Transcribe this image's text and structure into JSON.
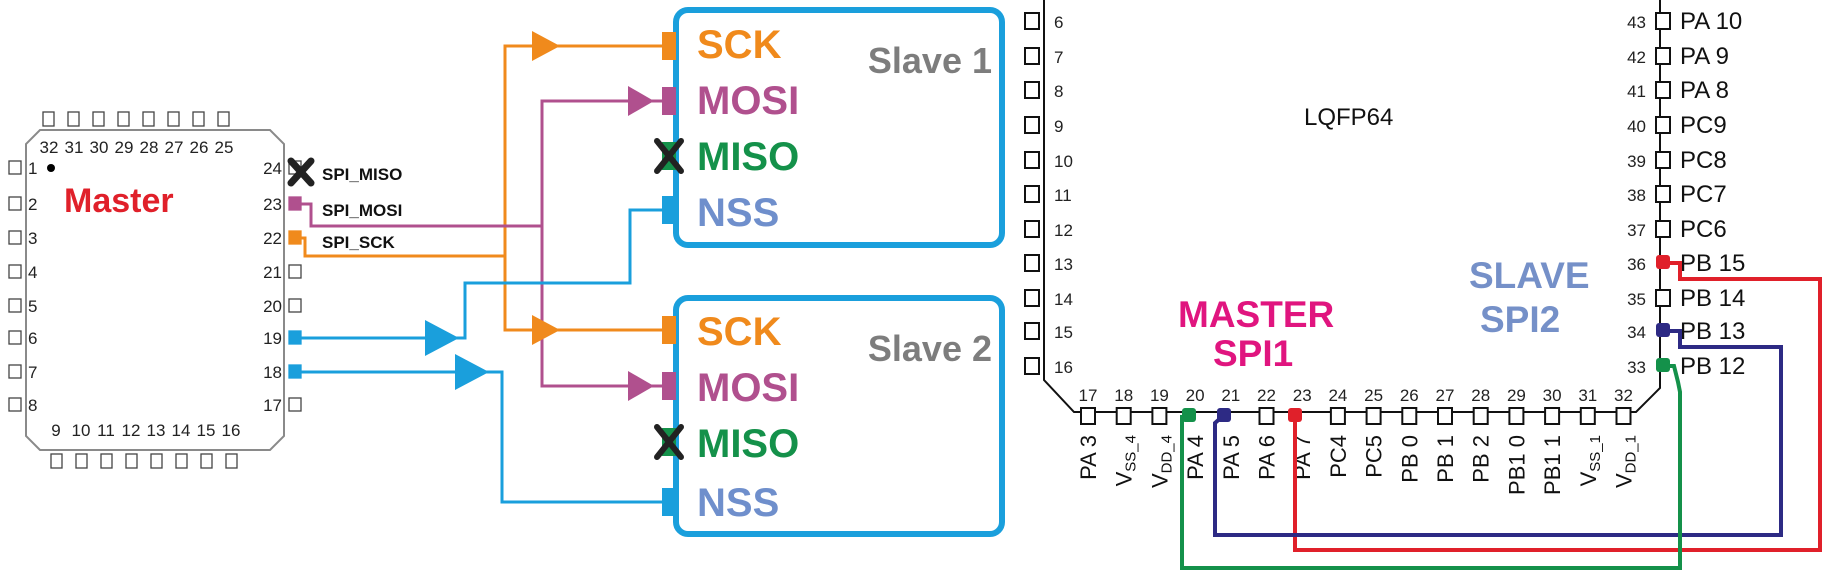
{
  "master_chip": {
    "title": "Master",
    "top_pins": [
      "32",
      "31",
      "30",
      "29",
      "28",
      "27",
      "26",
      "25"
    ],
    "left_pins": [
      "1",
      "2",
      "3",
      "4",
      "5",
      "6",
      "7",
      "8"
    ],
    "bottom_pins": [
      "9",
      "10",
      "11",
      "12",
      "13",
      "14",
      "15",
      "16"
    ],
    "right_pins": [
      "24",
      "23",
      "22",
      "21",
      "20",
      "19",
      "18",
      "17"
    ],
    "signal_labels": {
      "miso": "SPI_MISO",
      "mosi": "SPI_MOSI",
      "sck": "SPI_SCK"
    }
  },
  "slave1": {
    "title": "Slave 1",
    "pins": [
      "SCK",
      "MOSI",
      "MISO",
      "NSS"
    ]
  },
  "slave2": {
    "title": "Slave 2",
    "pins": [
      "SCK",
      "MOSI",
      "MISO",
      "NSS"
    ]
  },
  "lqfp": {
    "title": "LQFP64",
    "left_pins": [
      "6",
      "7",
      "8",
      "9",
      "10",
      "11",
      "12",
      "13",
      "14",
      "15",
      "16"
    ],
    "right_pin_numbers": [
      "43",
      "42",
      "41",
      "40",
      "39",
      "38",
      "37",
      "36",
      "35",
      "34",
      "33"
    ],
    "right_pin_names": [
      "PA 10",
      "PA 9",
      "PA 8",
      "PC9",
      "PC8",
      "PC7",
      "PC6",
      "PB 15",
      "PB 14",
      "PB 13",
      "PB 12"
    ],
    "bottom_pin_numbers": [
      "17",
      "18",
      "19",
      "20",
      "21",
      "22",
      "23",
      "24",
      "25",
      "26",
      "27",
      "28",
      "29",
      "30",
      "31",
      "32"
    ],
    "bottom_pin_names": [
      {
        "main": "PA 3",
        "sub": ""
      },
      {
        "main": "V",
        "sub": "SS_4"
      },
      {
        "main": "V",
        "sub": "DD_4"
      },
      {
        "main": "PA 4",
        "sub": ""
      },
      {
        "main": "PA 5",
        "sub": ""
      },
      {
        "main": "PA 6",
        "sub": ""
      },
      {
        "main": "PA 7",
        "sub": ""
      },
      {
        "main": "PC4",
        "sub": ""
      },
      {
        "main": "PC5",
        "sub": ""
      },
      {
        "main": "PB 0",
        "sub": ""
      },
      {
        "main": "PB 1",
        "sub": ""
      },
      {
        "main": "PB 2",
        "sub": ""
      },
      {
        "main": "PB1 0",
        "sub": ""
      },
      {
        "main": "PB1 1",
        "sub": ""
      },
      {
        "main": "V",
        "sub": "SS_1"
      },
      {
        "main": "V",
        "sub": "DD_1"
      }
    ],
    "master_label": [
      "MASTER",
      "SPI1"
    ],
    "slave_label": [
      "SLAVE",
      "SPI2"
    ]
  },
  "colors": {
    "sck": "#f08a1c",
    "mosi": "#b0508e",
    "miso": "#14914a",
    "nss": "#1a9fdc",
    "nss_text": "#6f8fcc",
    "slave_border": "#1a9fdc",
    "master_title": "#e0202a",
    "lqfp_master": "#e0157f",
    "lqfp_slave": "#7590c8",
    "wire_red": "#e0202a",
    "wire_navy": "#2d2a84",
    "wire_green": "#14914a"
  }
}
